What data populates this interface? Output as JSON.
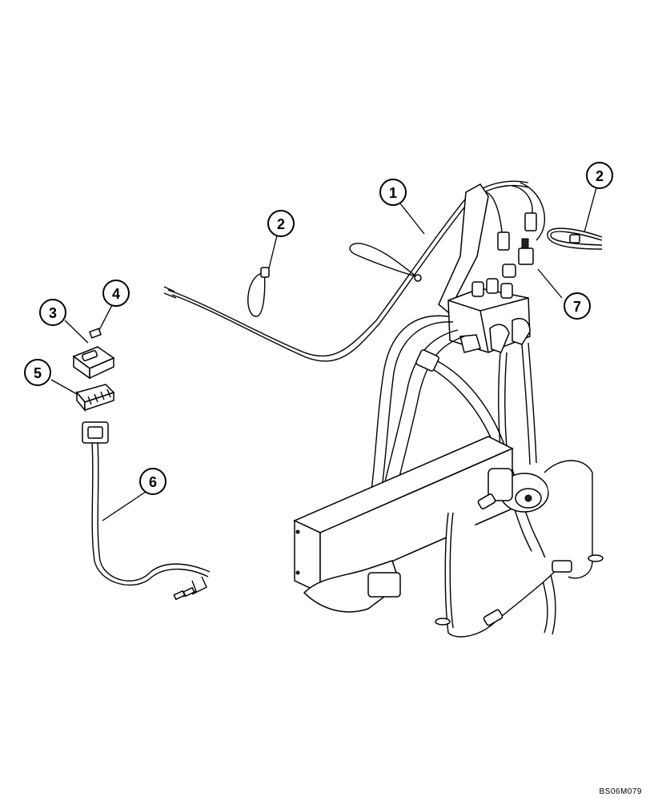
{
  "drawing_code": "BS06M079",
  "callouts": {
    "c1": "1",
    "c2a": "2",
    "c2b": "2",
    "c3": "3",
    "c4": "4",
    "c5": "5",
    "c6": "6",
    "c7": "7"
  }
}
